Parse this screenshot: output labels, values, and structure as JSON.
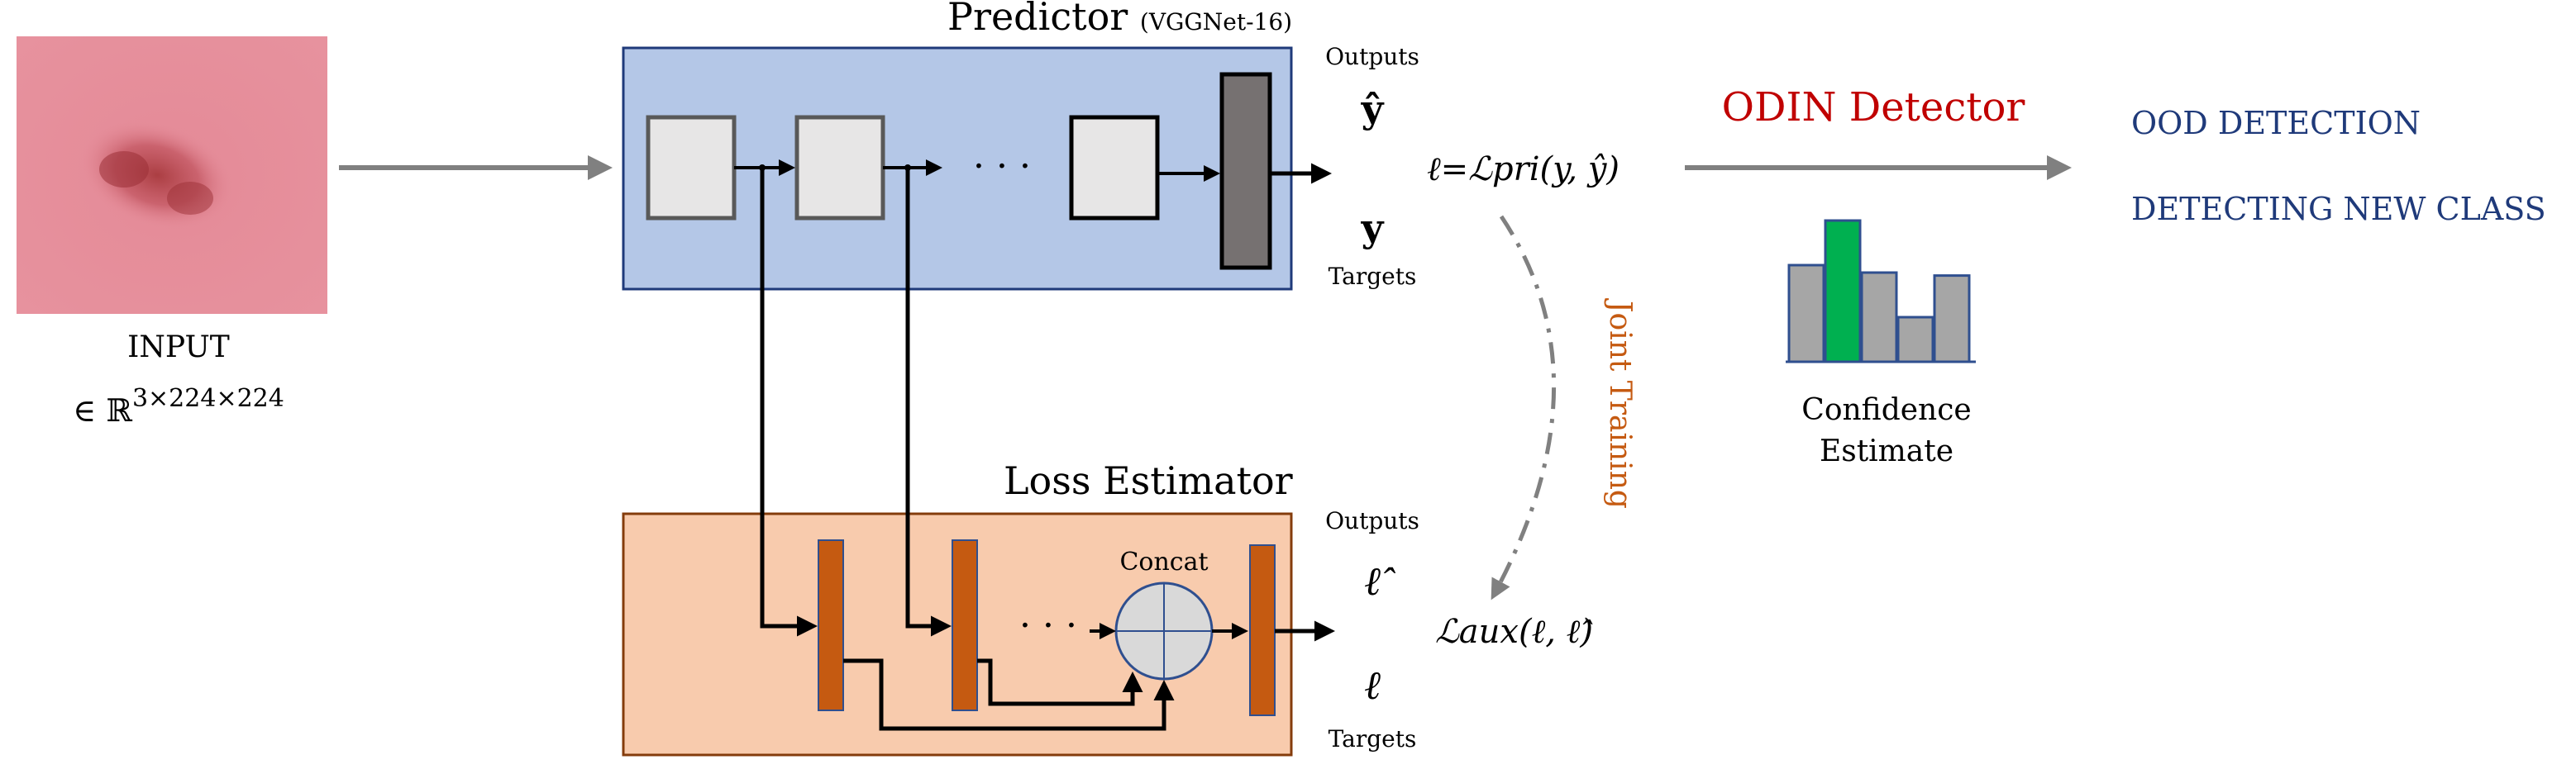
{
  "input": {
    "label": "INPUT",
    "dims_prefix": "∈ ℝ",
    "dims_sup": "3×224×224"
  },
  "predictor": {
    "title": "Predictor",
    "subtitle": "(VGGNet-16)",
    "outputs_label": "Outputs",
    "output_symbol": "ŷ",
    "target_symbol": "y",
    "targets_label": "Targets",
    "dots": "· · ·",
    "fill": "#b4c7e7",
    "border": "#1f3a7a"
  },
  "loss_estimator": {
    "title": "Loss Estimator",
    "outputs_label": "Outputs",
    "output_symbol": "ℓ̂",
    "target_symbol": "ℓ",
    "targets_label": "Targets",
    "concat_label": "Concat",
    "dots": "· · ·",
    "fill": "#f8cbad",
    "border": "#843c0c",
    "layer_color": "#c55a11"
  },
  "equations": {
    "primary_loss": "ℓ=ℒpri(y, ŷ)",
    "aux_loss": "ℒaux(ℓ, ℓ̂)"
  },
  "joint_training": {
    "label": "Joint Training",
    "color": "#c55a11"
  },
  "odin": {
    "label": "ODIN Detector",
    "color": "#c00000"
  },
  "results": {
    "items": [
      "OOD DETECTION",
      "DETECTING NEW CLASS"
    ],
    "color": "#1f3a7a"
  },
  "confidence": {
    "label_line1": "Confidence",
    "label_line2": "Estimate",
    "bars": [
      0.65,
      0.95,
      0.6,
      0.3,
      0.58
    ],
    "highlight_index": 1,
    "bar_color": "#a6a6a6",
    "highlight_color": "#00b050",
    "border_color": "#2f4f8f"
  }
}
